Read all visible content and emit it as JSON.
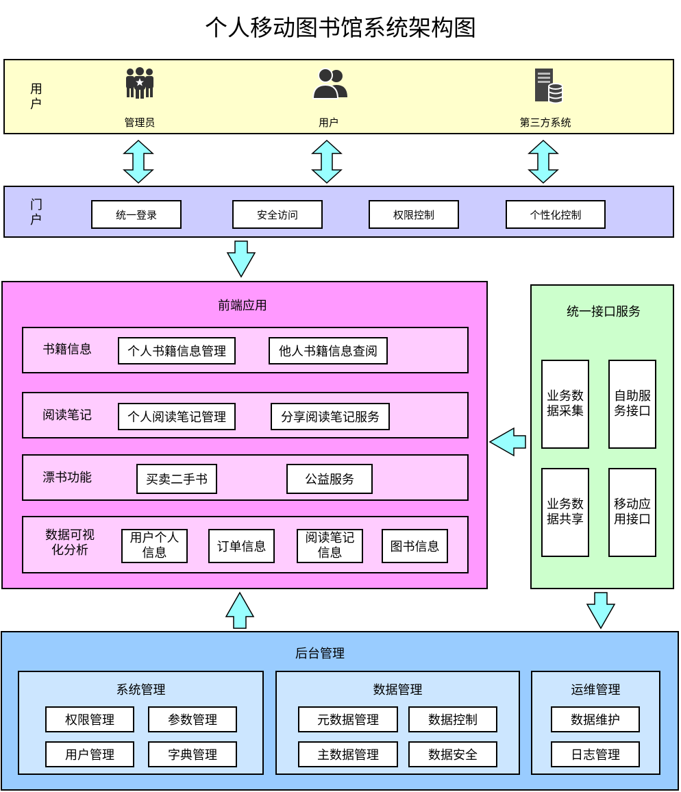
{
  "title": "个人移动图书馆系统架构图",
  "user_layer": {
    "label": "用户",
    "actors": [
      {
        "label": "管理员",
        "icon": "admin-group-icon"
      },
      {
        "label": "用户",
        "icon": "users-icon"
      },
      {
        "label": "第三方系统",
        "icon": "server-database-icon"
      }
    ]
  },
  "portal_layer": {
    "label": "门户",
    "items": [
      "统一登录",
      "安全访问",
      "权限控制",
      "个性化控制"
    ]
  },
  "frontend": {
    "title": "前端应用",
    "rows": [
      {
        "label": "书籍信息",
        "items": [
          "个人书籍信息管理",
          "他人书籍信息查阅"
        ]
      },
      {
        "label": "阅读笔记",
        "items": [
          "个人阅读笔记管理",
          "分享阅读笔记服务"
        ]
      },
      {
        "label": "漂书功能",
        "items": [
          "买卖二手书",
          "公益服务"
        ]
      },
      {
        "label": "数据可视化分析",
        "items": [
          "用户个人信息",
          "订单信息",
          "阅读笔记信息",
          "图书信息"
        ]
      }
    ]
  },
  "interface": {
    "title": "统一接口服务",
    "items": [
      "业务数据采集",
      "自助服务接口",
      "业务数据共享",
      "移动应用接口"
    ]
  },
  "backend": {
    "title": "后台管理",
    "sections": [
      {
        "title": "系统管理",
        "items": [
          "权限管理",
          "参数管理",
          "用户管理",
          "字典管理"
        ]
      },
      {
        "title": "数据管理",
        "items": [
          "元数据管理",
          "数据控制",
          "主数据管理",
          "数据安全"
        ]
      },
      {
        "title": "运维管理",
        "items": [
          "数据维护",
          "日志管理"
        ]
      }
    ]
  },
  "colors": {
    "user_layer": "#ffffcc",
    "portal_layer": "#ccccff",
    "frontend": "#ff99ff",
    "frontend_row": "#ffccff",
    "interface": "#ccffcc",
    "backend": "#99ccff",
    "backend_section": "#cce6ff",
    "arrow": "#99ffff"
  }
}
